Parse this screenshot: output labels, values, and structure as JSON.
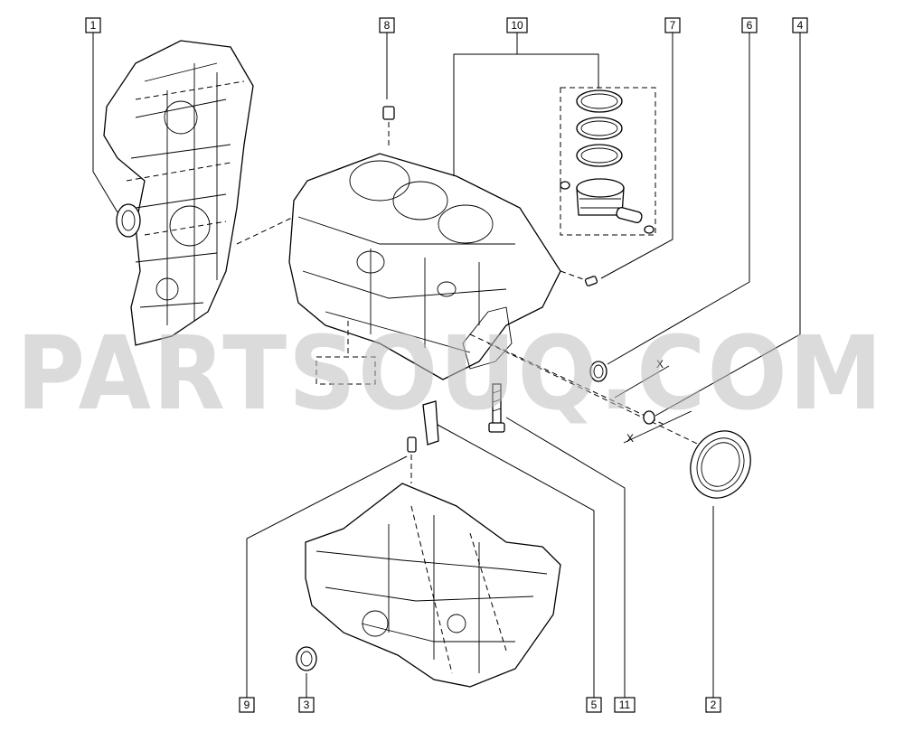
{
  "diagram": {
    "watermark": "PARTSOUQ.COM",
    "axis_marks": [
      "X",
      "X"
    ],
    "callouts": [
      {
        "id": "c1",
        "label": "1"
      },
      {
        "id": "c2",
        "label": "2"
      },
      {
        "id": "c3",
        "label": "3"
      },
      {
        "id": "c4",
        "label": "4"
      },
      {
        "id": "c5",
        "label": "5"
      },
      {
        "id": "c6",
        "label": "6"
      },
      {
        "id": "c7",
        "label": "7"
      },
      {
        "id": "c8",
        "label": "8"
      },
      {
        "id": "c9",
        "label": "9"
      },
      {
        "id": "c10",
        "label": "10"
      },
      {
        "id": "c11",
        "label": "11"
      }
    ],
    "colors": {
      "line": "#000000",
      "background": "#ffffff",
      "watermark": "#bdbdbd"
    }
  }
}
